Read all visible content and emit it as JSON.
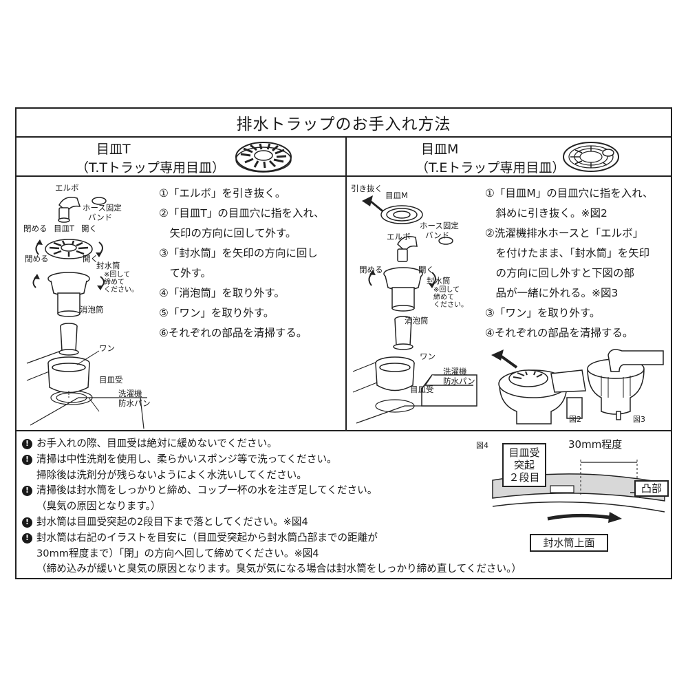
{
  "title": "排水トラップのお手入れ方法",
  "left": {
    "header_line1": "目皿T",
    "header_line2": "（T.Tトラップ専用目皿）",
    "steps": [
      "①「エルボ」を引き抜く。",
      "②「目皿T」の目皿穴に指を入れ、",
      "　矢印の方向に回して外す。",
      "③「封水筒」を矢印の方向に回し",
      "　て外す。",
      "④「消泡筒」を取り外す。",
      "⑤「ワン」を取り外す。",
      "⑥それぞれの部品を清掃する。"
    ],
    "labels": {
      "elbow": "エルボ",
      "hose_band_1": "ホース固定",
      "hose_band_2": "バンド",
      "close_1": "閉める",
      "medaraT": "目皿T",
      "open_1": "開く",
      "close_2": "閉める",
      "open_2": "開く",
      "seal": "封水筒",
      "note1": "※回して",
      "note2": "締めて",
      "note3": "ください。",
      "defoam": "消泡筒",
      "wan": "ワン",
      "receiver": "目皿受",
      "pan1": "洗濯機",
      "pan2": "防水パン"
    }
  },
  "right": {
    "header_line1": "目皿M",
    "header_line2": "（T.Eトラップ専用目皿）",
    "steps": [
      "①「目皿M」の目皿穴に指を入れ、",
      "　斜めに引き抜く。※図2",
      "②洗濯機排水ホースと「エルボ」",
      "　を付けたまま、「封水筒」を矢印",
      "　の方向に回し外すと下図の部",
      "　品が一緒に外れる。※図3",
      "③「ワン」を取り外す。",
      "④それぞれの部品を清掃する。"
    ],
    "labels": {
      "pull": "引き抜く",
      "medaraM": "目皿M",
      "hose_band_1": "ホース固定",
      "hose_band_2": "バンド",
      "elbow": "エルボ",
      "close": "閉める",
      "open": "開く",
      "seal": "封水筒",
      "note1": "※回して",
      "note2": "締めて",
      "note3": "ください。",
      "defoam": "消泡筒",
      "wan": "ワン",
      "pan1": "洗濯機",
      "pan2": "防水パン",
      "receiver": "目皿受",
      "fig2": "図2",
      "fig3": "図3"
    }
  },
  "notes": [
    {
      "bang": true,
      "text": "お手入れの際、目皿受は絶対に緩めないでください。"
    },
    {
      "bang": true,
      "text": "清掃は中性洗剤を使用し、柔らかいスポンジ等で洗ってください。"
    },
    {
      "bang": false,
      "text": "掃除後は洗剤分が残らないようによく水洗いしてください。"
    },
    {
      "bang": true,
      "text": "清掃後は封水筒をしっかりと締め、コップ一杯の水を注ぎ足してください。"
    },
    {
      "bang": false,
      "text": "（臭気の原因となります。）"
    },
    {
      "bang": true,
      "text": "封水筒は目皿受突起の2段目下まで落としてください。※図4"
    },
    {
      "bang": true,
      "text": "封水筒は右記のイラストを目安に（目皿受突起から封水筒凸部までの距離が"
    },
    {
      "bang": false,
      "text": "30mm程度まで）「閉」の方向へ回して締めてください。※図4"
    },
    {
      "bang": false,
      "text": "（締め込みが緩いと臭気の原因となります。臭気が気になる場合は封水筒をしっかり締め直してください。）"
    }
  ],
  "fig4": {
    "label": "図4",
    "distance": "30mm程度",
    "box1_line1": "目皿受",
    "box1_line2": "突起",
    "box1_line3": "２段目",
    "convex": "凸部",
    "surface": "封水筒上面"
  }
}
